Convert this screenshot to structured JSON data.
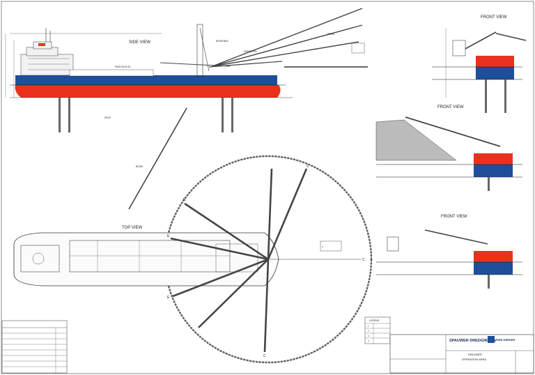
{
  "views": {
    "side": "SIDE VIEW",
    "top": "TOP VIEW",
    "front1": "FRONT VIEW",
    "front2": "FRONT VIEW",
    "front3": "FRONT VIEW"
  },
  "title_block": {
    "company": "SPAUWER DREDGING BV",
    "partner": "DEN HERDER",
    "project": "SPAUWER",
    "drawing": "OPERATION AREA"
  },
  "legend": {
    "title": "LEGEND",
    "rows": [
      "1",
      "2",
      "3",
      "4"
    ]
  },
  "colors": {
    "hull_red": "#e8321e",
    "hull_blue": "#1f4e9a",
    "line": "#333333"
  }
}
